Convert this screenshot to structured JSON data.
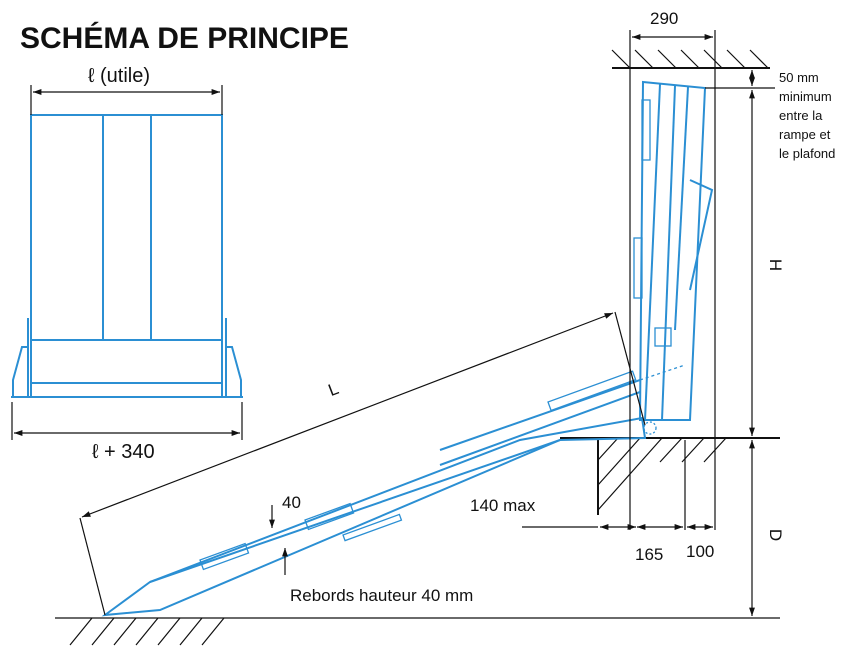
{
  "title": "SCHÉMA DE PRINCIPE",
  "dims": {
    "useful_width": "ℓ (utile)",
    "total_width": "ℓ + 340",
    "d290": "290",
    "clearance": [
      "50 mm",
      "minimum",
      "entre la",
      "rampe et",
      "le plafond"
    ],
    "H": "H",
    "D": "D",
    "L": "L",
    "d40": "40",
    "max140": "140 max",
    "d165": "165",
    "d100": "100",
    "rebords": "Rebords hauteur 40 mm"
  },
  "colors": {
    "ramp": "#2b8fd3"
  }
}
